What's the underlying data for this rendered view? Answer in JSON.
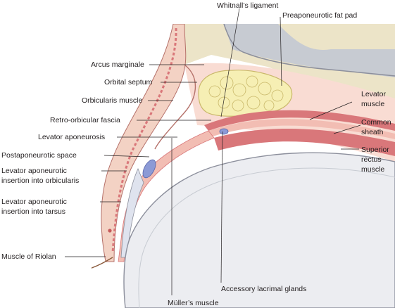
{
  "labels": {
    "whitnalls_ligament": "Whitnall’s ligament",
    "preaponeurotic_fat_pad": "Preaponeurotic fat pad",
    "arcus_marginale": "Arcus marginale",
    "orbital_septum": "Orbital septum",
    "orbicularis_muscle": "Orbicularis muscle",
    "levator_muscle_l1": "Levator",
    "levator_muscle_l2": "muscle",
    "retro_orbicular_fascia": "Retro-orbicular fascia",
    "common_sheath_l1": "Common",
    "common_sheath_l2": "sheath",
    "levator_aponeurosis": "Levator aponeurosis",
    "superior_rectus_l1": "Superior",
    "superior_rectus_l2": "rectus",
    "superior_rectus_l3": "muscle",
    "postaponeurotic_space": "Postaponeurotic space",
    "insertion_orbicularis_l1": "Levator aponeurotic",
    "insertion_orbicularis_l2": "insertion into orbicularis",
    "insertion_tarsus_l1": "Levator aponeurotic",
    "insertion_tarsus_l2": "insertion into tarsus",
    "muscle_of_riolan": "Muscle of Riolan",
    "accessory_lacrimal_glands": "Accessory lacrimal glands",
    "mullers_muscle": "Müller’s muscle"
  },
  "colors": {
    "skin": "#f3d2c4",
    "skin_edge": "#b5716a",
    "bone": "#ece4c8",
    "fat": "#f6efb4",
    "fat_edge": "#c9b86a",
    "muscle": "#d9777a",
    "muscle_light": "#f2bdb3",
    "globe": "#ecedf1",
    "globe_edge": "#8c8f9c",
    "gland": "#8c9ad6",
    "text": "#231f20"
  }
}
